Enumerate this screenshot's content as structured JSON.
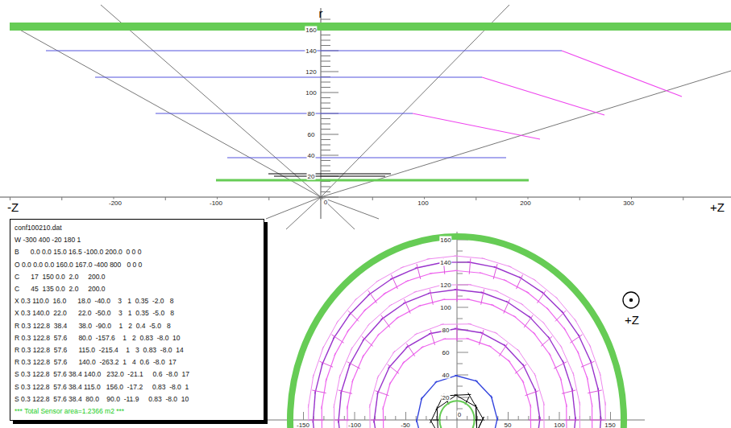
{
  "diagram": {
    "nodes": [
      {
        "text": [
          "conf100210.dat",
          "W -300 400 -20 180 1",
          "B      0.0 0.0 15.0 16.5 -100.0 200.0  0 0 0",
          "O 0.0 0.0 0.0 160.0 167.0 -400 800   0 0 0",
          "C      17  150 0.0  2.0     200.0",
          "C      45  135 0.0  2.0     200.0",
          "X 0.3 110.0  16.0      18.0  -40.0    3   1  0.35  -2.0   8",
          "X 0.3 140.0  22.0      22.0  -50.0    3   1  0.35  -5.0   8",
          "R 0.3 122.8  38.4      38.0  -90.0    1   2  0.4  -5.0   8",
          "R 0.3 122.8  57.6      80.0  -157.6    1   2  0.83  -8.0  10",
          "R 0.3 122.8  57.6      115.0  -215.4    1   3  0.83  -8.0  14",
          "R 0.3 122.8  57.6      140.0  -263.2  1   4  0.6  -8.0  17",
          "S 0.3 122.8  57.6 38.4 140.0   232.0  -21.1     0.6  -8.0  17",
          "S 0.3 122.8  57.6 38.4 115.0   156.0  -17.2     0.83  -8.0  1",
          "S 0.3 122.8  57.6 38.4  80.0    90.0  -11.9     0.83  -8.0  10",
          "*** Total Sensor area=1.2366 m2 ***"
        ]
      }
    ],
    "labels": [
      "r",
      "-Z",
      "+Z",
      "-200",
      "-100",
      "0",
      "100",
      "200",
      "300",
      "160",
      "140",
      "120",
      "100",
      "80",
      "60",
      "40",
      "20",
      "+Z",
      "160",
      "140",
      "120",
      "100",
      "80",
      "60",
      "40",
      "20",
      "-150",
      "-100",
      "-50",
      "0",
      "50",
      "100",
      "150"
    ]
  }
}
